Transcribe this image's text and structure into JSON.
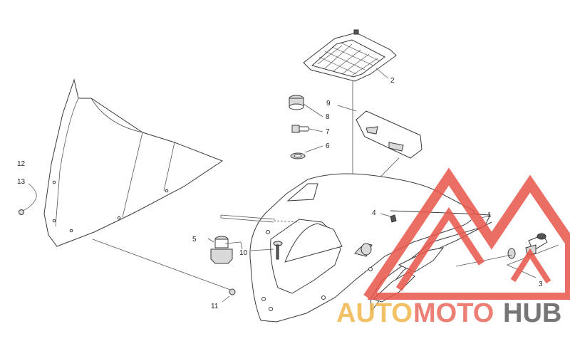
{
  "diagram": {
    "callouts": [
      {
        "id": "c1",
        "label": "1"
      },
      {
        "id": "c2",
        "label": "2"
      },
      {
        "id": "c3",
        "label": "3"
      },
      {
        "id": "c4",
        "label": "4"
      },
      {
        "id": "c5",
        "label": "5"
      },
      {
        "id": "c6",
        "label": "6"
      },
      {
        "id": "c7",
        "label": "7"
      },
      {
        "id": "c8",
        "label": "8"
      },
      {
        "id": "c9",
        "label": "9"
      },
      {
        "id": "c10",
        "label": "10"
      },
      {
        "id": "c11",
        "label": "11"
      },
      {
        "id": "c12",
        "label": "12"
      },
      {
        "id": "c13",
        "label": "13"
      }
    ]
  },
  "watermark": {
    "word_auto": "AUTO",
    "word_moto": "MOTO",
    "word_hub": "HUB",
    "colors": {
      "auto": "#f0b64b",
      "moto": "#ea6b5d",
      "hub": "#5f5f5f",
      "triangle": "#e8554a"
    }
  }
}
